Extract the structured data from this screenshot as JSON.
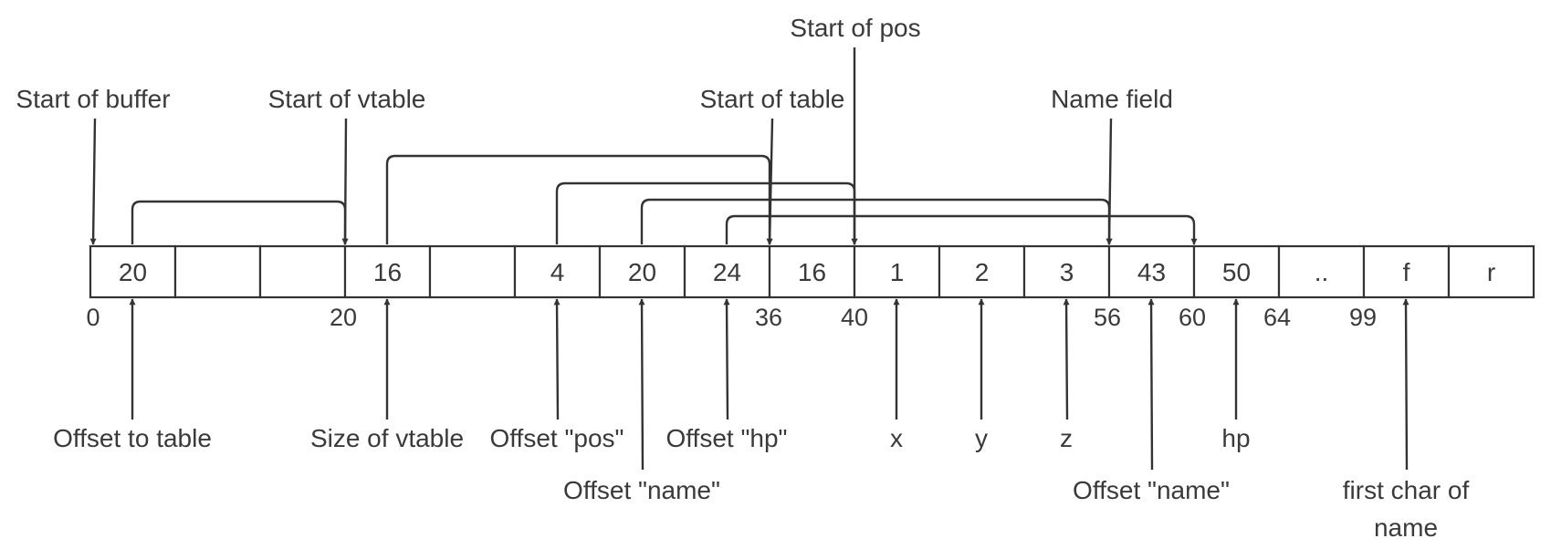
{
  "cells": [
    "20",
    "",
    "",
    "16",
    "",
    "4",
    "20",
    "24",
    "16",
    "1",
    "2",
    "3",
    "43",
    "50",
    "..",
    "f",
    "r"
  ],
  "positions": [
    "0",
    "20",
    "36",
    "40",
    "56",
    "60",
    "64",
    "99"
  ],
  "top_labels": {
    "start_buffer": "Start of buffer",
    "start_vtable": "Start of vtable",
    "start_table": "Start of table",
    "start_pos": "Start of pos",
    "name_field": "Name field"
  },
  "bottom_labels": {
    "offset_to_table": "Offset to table",
    "size_vtable": "Size of vtable",
    "offset_pos": "Offset \"pos\"",
    "offset_name": "Offset \"name\"",
    "offset_hp": "Offset \"hp\"",
    "x": "x",
    "y": "y",
    "z": "z",
    "offset_name_2": "Offset \"name\"",
    "hp": "hp",
    "first_char_line1": "first char of",
    "first_char_line2": "name"
  }
}
